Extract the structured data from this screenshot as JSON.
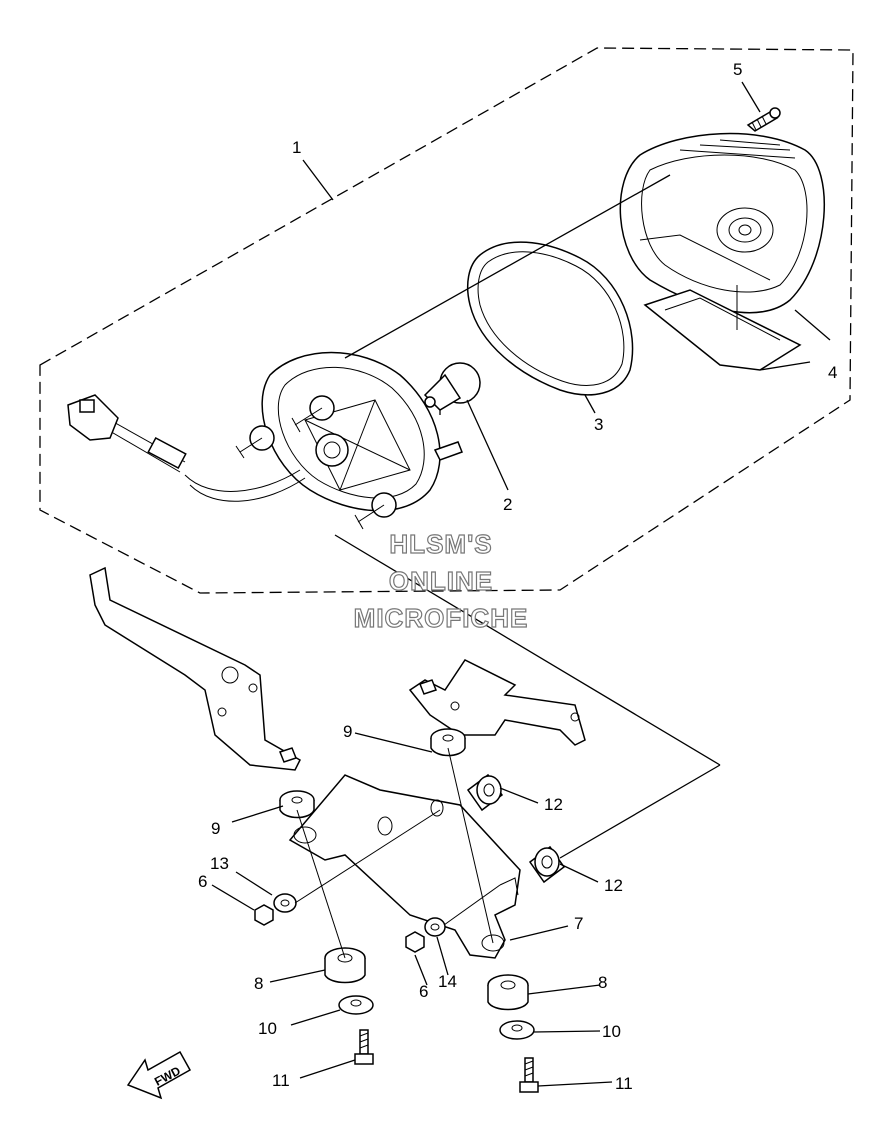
{
  "callouts": [
    {
      "id": "c1",
      "text": "1"
    },
    {
      "id": "c2",
      "text": "2"
    },
    {
      "id": "c3",
      "text": "3"
    },
    {
      "id": "c4",
      "text": "4"
    },
    {
      "id": "c5",
      "text": "5"
    },
    {
      "id": "c6a",
      "text": "6"
    },
    {
      "id": "c6b",
      "text": "6"
    },
    {
      "id": "c7",
      "text": "7"
    },
    {
      "id": "c8a",
      "text": "8"
    },
    {
      "id": "c8b",
      "text": "8"
    },
    {
      "id": "c9a",
      "text": "9"
    },
    {
      "id": "c9b",
      "text": "9"
    },
    {
      "id": "c10a",
      "text": "10"
    },
    {
      "id": "c10b",
      "text": "10"
    },
    {
      "id": "c11a",
      "text": "11"
    },
    {
      "id": "c11b",
      "text": "11"
    },
    {
      "id": "c12a",
      "text": "12"
    },
    {
      "id": "c12b",
      "text": "12"
    },
    {
      "id": "c13",
      "text": "13"
    },
    {
      "id": "c14",
      "text": "14"
    }
  ],
  "watermark": {
    "line1": "HLSM'S",
    "line2": "ONLINE",
    "line3": "MICROFICHE"
  },
  "fwd_label": "FWD"
}
